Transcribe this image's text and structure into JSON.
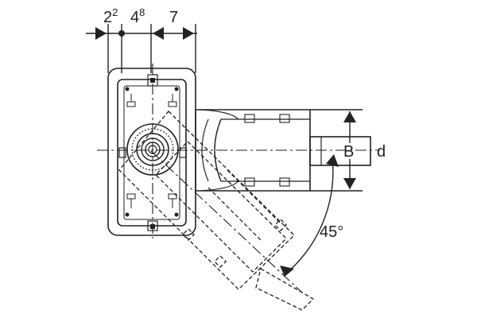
{
  "dimensions": {
    "d1": {
      "base": "2",
      "sup": "2"
    },
    "d2": {
      "base": "4",
      "sup": "8"
    },
    "d3": "7"
  },
  "labels": {
    "B": "B",
    "d": "d",
    "angle": "45°"
  },
  "colors": {
    "line": "#222222",
    "background": "#ffffff"
  }
}
